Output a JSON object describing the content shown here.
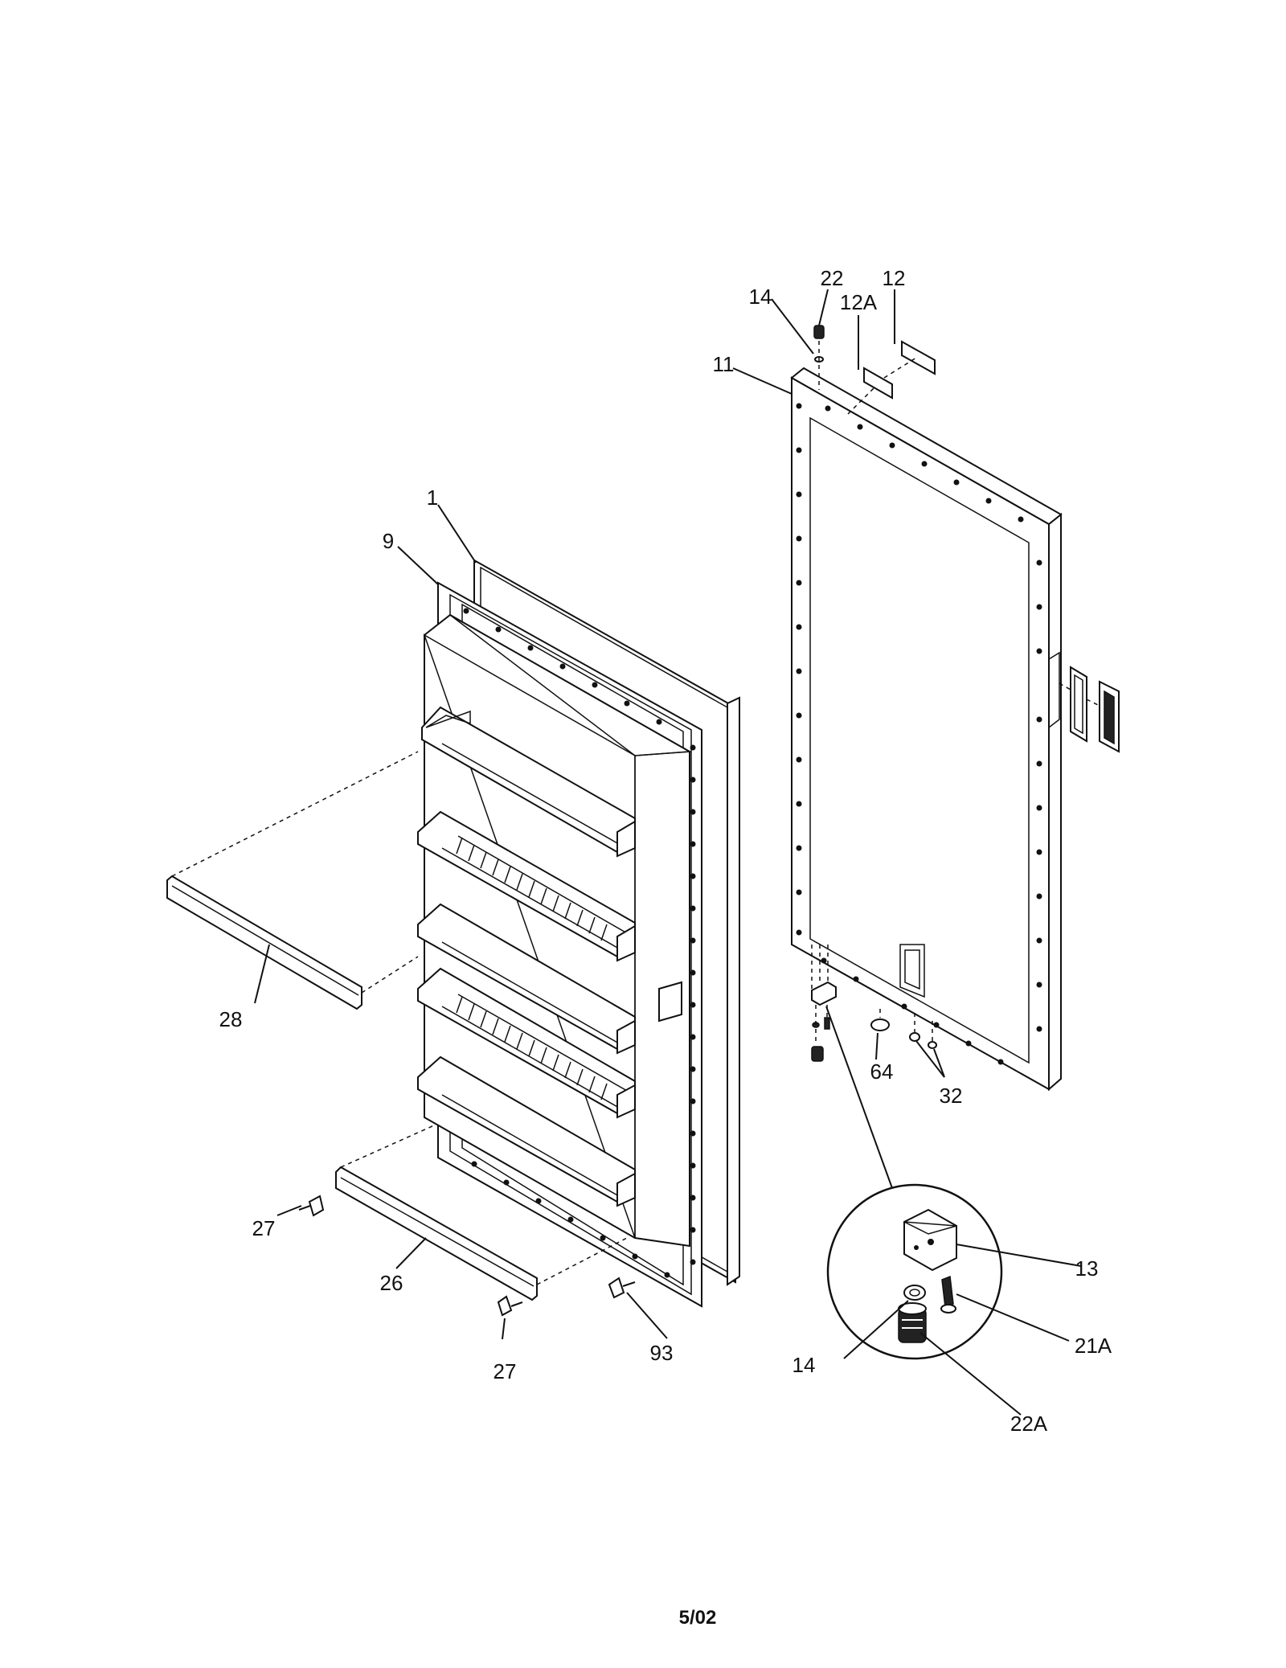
{
  "callouts": {
    "c1": "1",
    "c9": "9",
    "c11": "11",
    "c12": "12",
    "c12a": "12A",
    "c13": "13",
    "c14_top": "14",
    "c14_detail": "14",
    "c21a": "21A",
    "c22": "22",
    "c22a": "22A",
    "c26": "26",
    "c27_upper": "27",
    "c27_lower": "27",
    "c28": "28",
    "c32": "32",
    "c64": "64",
    "c93": "93"
  },
  "footer": {
    "date_code": "5/02"
  }
}
